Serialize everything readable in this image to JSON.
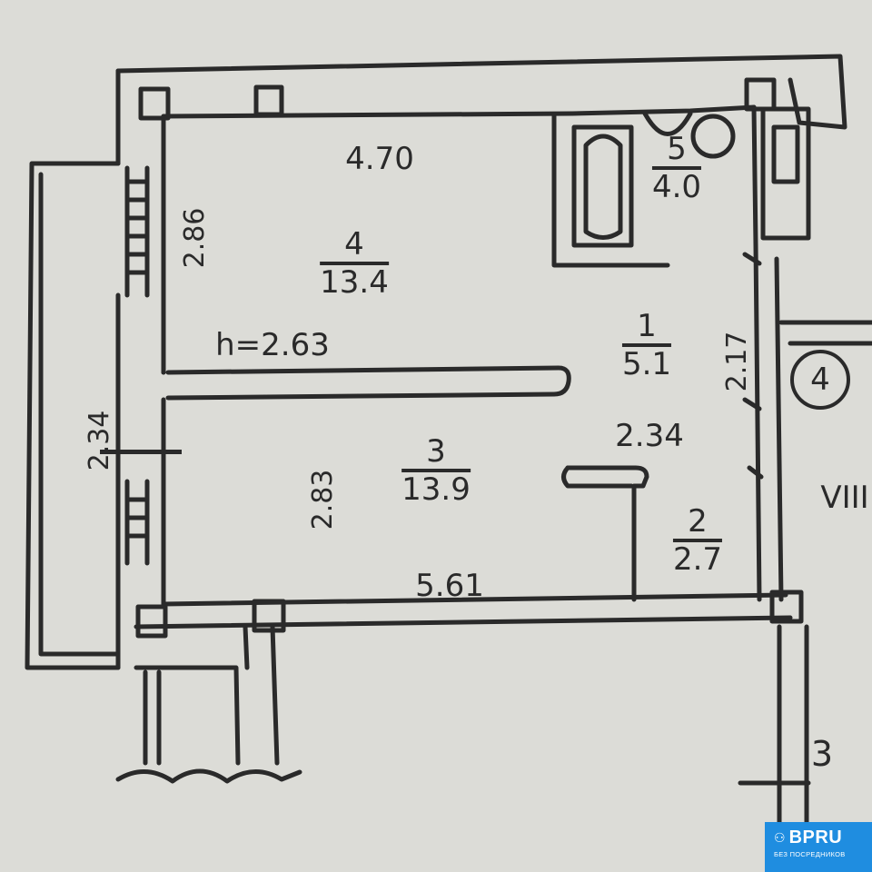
{
  "rooms": [
    {
      "number": "4",
      "area": "13.4"
    },
    {
      "number": "5",
      "area": "4.0"
    },
    {
      "number": "1",
      "area": "5.1"
    },
    {
      "number": "3",
      "area": "13.9"
    },
    {
      "number": "2",
      "area": "2.7"
    }
  ],
  "dimensions": {
    "room4_width": "4.70",
    "room4_depth": "2.86",
    "height": "h=2.63",
    "room3_width": "5.61",
    "room3_depth": "2.83",
    "hall_width": "2.34",
    "hall_depth": "2.17",
    "balcony_width": "2.34"
  },
  "marks": {
    "apartment_number": "4",
    "section": "VIII",
    "stair": "3"
  },
  "logo": {
    "brand": "BPRU",
    "tagline": "БЕЗ ПОСРЕДНИКОВ"
  }
}
